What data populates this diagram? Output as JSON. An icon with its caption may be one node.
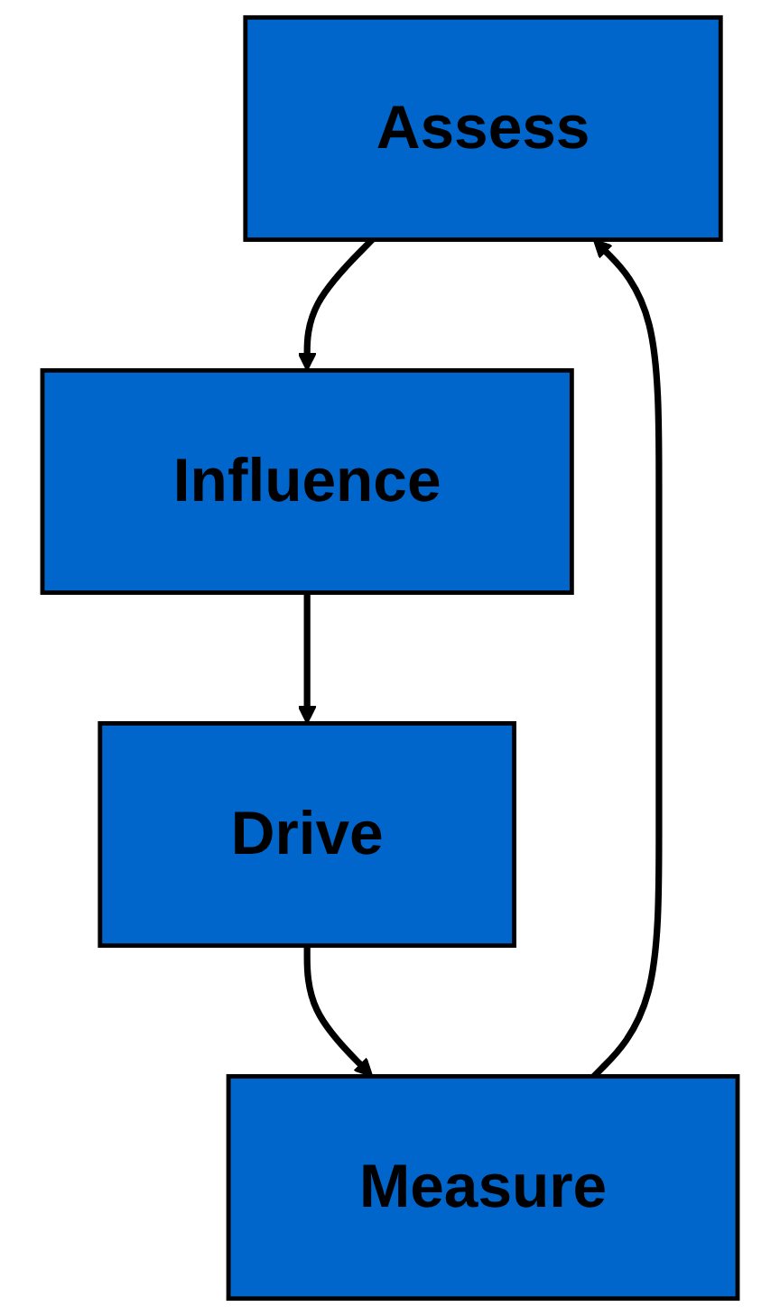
{
  "diagram": {
    "nodes": [
      {
        "text": [
          "Assess"
        ]
      },
      {
        "text": [
          "Influence"
        ]
      },
      {
        "text": [
          "Drive"
        ]
      },
      {
        "text": [
          "Measure"
        ]
      }
    ],
    "edges": [
      {
        "from": 0,
        "to": 1,
        "arrow": "to"
      },
      {
        "from": 1,
        "to": 2,
        "arrow": "to"
      },
      {
        "from": 2,
        "to": 3,
        "arrow": "to"
      },
      {
        "from": 3,
        "to": 0,
        "arrow": "to"
      }
    ]
  }
}
